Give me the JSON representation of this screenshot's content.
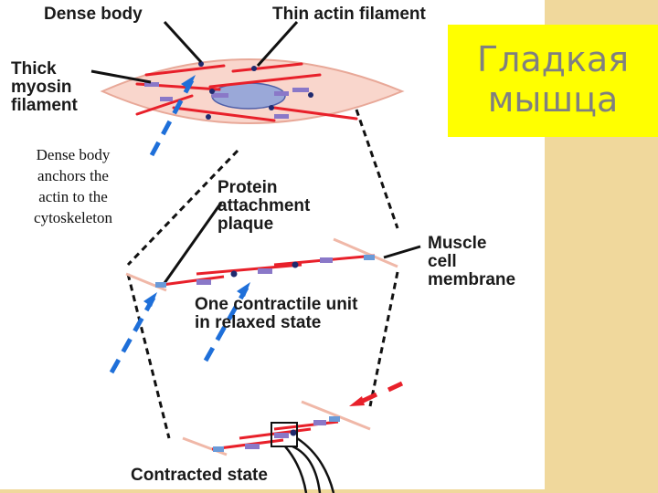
{
  "slide": {
    "title_lines": [
      "Гладкая",
      "мышца"
    ],
    "note_lines": [
      "Dense body",
      "anchors the",
      "actin to the",
      "cytoskeleton"
    ],
    "labels": {
      "dense_body": "Dense body",
      "thin_actin": "Thin actin filament",
      "thick_myosin": [
        "Thick",
        "myosin",
        "filament"
      ],
      "protein_plaque": [
        "Protein",
        "attachment",
        "plaque"
      ],
      "muscle_membrane": [
        "Muscle",
        "cell",
        "membrane"
      ],
      "contractile_unit": [
        "One contractile unit",
        "in relaxed state"
      ],
      "contracted_state": "Contracted state"
    },
    "colors": {
      "cell_fill": "#f9d6cc",
      "nucleus": "#9aa8d8",
      "actin": "#e8202a",
      "myosin": "#8a78c8",
      "dense_body": "#1f2a6e",
      "pointer_blue": "#1e6fd9",
      "pointer_red": "#e8202a",
      "title_bg": "#ffff00",
      "side_band": "#f0d89c"
    }
  }
}
